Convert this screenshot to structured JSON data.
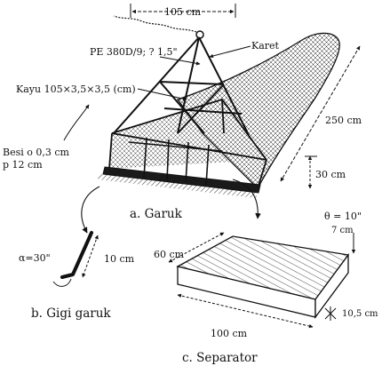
{
  "garuk": {
    "dim_top_width": "105 cm",
    "mesh_label": "PE 380D/9; ? 1,5\"",
    "rubber_label": "Karet",
    "frame_label": "Kayu 105×3,5×3,5 (cm)",
    "iron_label_line1": "Besi o 0,3 cm",
    "iron_label_line2": "p 12 cm",
    "dim_length": "250 cm",
    "dim_height": "30 cm",
    "caption": "a. Garuk"
  },
  "gigi_garuk": {
    "angle_label": "α=30\"",
    "dim_length": "10 cm",
    "caption": "b. Gigi garuk"
  },
  "separator": {
    "angle_label": "θ = 10\"",
    "dim_top": "7 cm",
    "dim_width": "60 cm",
    "dim_thickness": "10,5 cm",
    "dim_length": "100 cm",
    "caption": "c. Separator"
  }
}
